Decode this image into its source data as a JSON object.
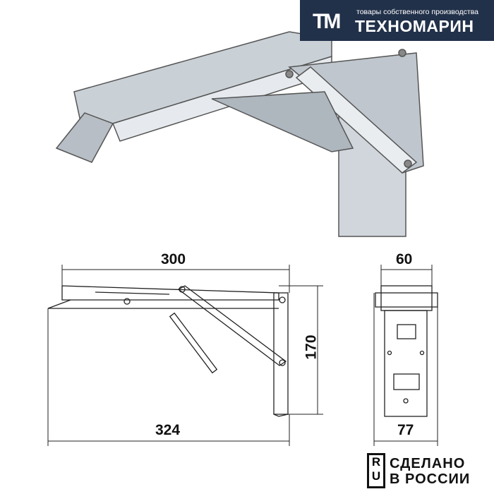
{
  "brand": {
    "tagline": "товары собственного производства",
    "name": "ТЕХНОМАРИН",
    "logo_letters": "ТМ",
    "bg_color": "#22314a"
  },
  "dimensions": {
    "length_top": "300",
    "height": "170",
    "length_bottom": "324",
    "width_top": "60",
    "width_bottom": "77"
  },
  "made_in": {
    "line1": "СДЕЛАНО",
    "line2": "В РОССИИ",
    "badge_top": "R",
    "badge_bottom": "U"
  }
}
